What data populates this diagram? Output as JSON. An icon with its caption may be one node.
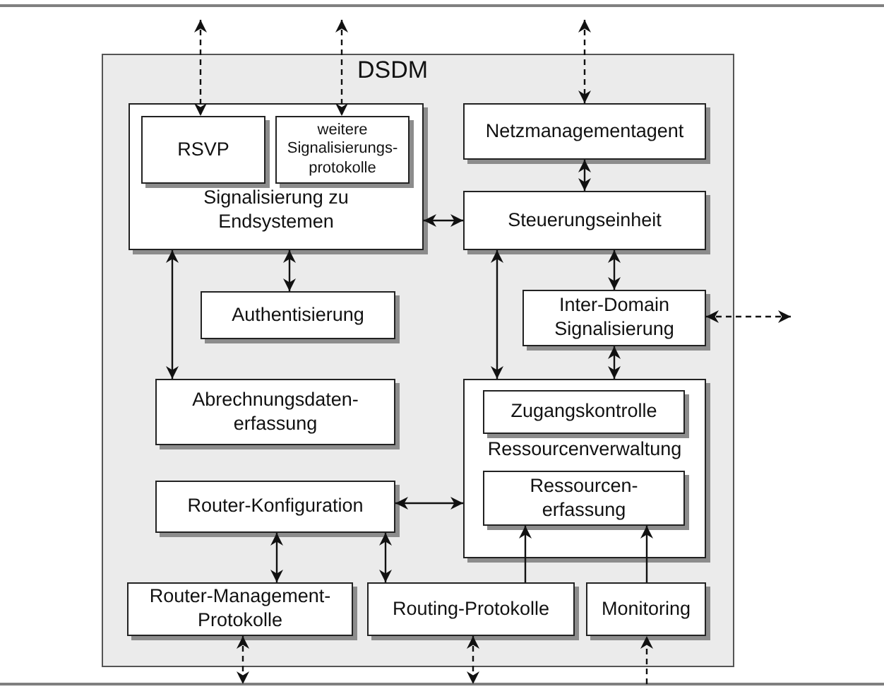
{
  "diagram": {
    "nodes": [
      {
        "text": [
          "DSDM"
        ]
      },
      {
        "text": [
          "Signalisierung zu Endsystemen"
        ],
        "in": 0
      },
      {
        "text": [
          "RSVP"
        ],
        "in": 1
      },
      {
        "text": [
          "weitere Signalisierungs-protokolle"
        ],
        "in": 1
      },
      {
        "text": [
          "Netzmanagementagent"
        ],
        "in": 0
      },
      {
        "text": [
          "Steuerungseinheit"
        ],
        "in": 0
      },
      {
        "text": [
          "Authentisierung"
        ],
        "in": 0
      },
      {
        "text": [
          "Inter-Domain Signalisierung"
        ],
        "in": 0
      },
      {
        "text": [
          "Abrechnungsdaten-erfassung"
        ],
        "in": 0
      },
      {
        "text": [
          "Ressourcenverwaltung"
        ],
        "in": 0
      },
      {
        "text": [
          "Zugangskontrolle"
        ],
        "in": 9
      },
      {
        "text": [
          "Ressourcen-erfassung"
        ],
        "in": 9
      },
      {
        "text": [
          "Router-Konfiguration"
        ],
        "in": 0
      },
      {
        "text": [
          "Router-Management-Protokolle"
        ],
        "in": 0
      },
      {
        "text": [
          "Routing-Protokolle"
        ],
        "in": 0
      },
      {
        "text": [
          "Monitoring"
        ],
        "in": 0
      }
    ],
    "edges": [
      {
        "from": null,
        "to": 2,
        "arrow": "both",
        "style": "dashed"
      },
      {
        "from": null,
        "to": 3,
        "arrow": "both",
        "style": "dashed"
      },
      {
        "from": null,
        "to": 4,
        "arrow": "both",
        "style": "dashed"
      },
      {
        "from": 4,
        "to": 5,
        "arrow": "both"
      },
      {
        "from": 1,
        "to": 5,
        "arrow": "both"
      },
      {
        "from": 1,
        "to": 6,
        "arrow": "both"
      },
      {
        "from": 1,
        "to": 8,
        "arrow": "both"
      },
      {
        "from": 5,
        "to": 7,
        "arrow": "both"
      },
      {
        "from": 5,
        "to": 9,
        "arrow": "both"
      },
      {
        "from": 7,
        "to": 9,
        "arrow": "both"
      },
      {
        "from": 7,
        "to": null,
        "arrow": "both",
        "style": "dashed"
      },
      {
        "from": 12,
        "to": 9,
        "arrow": "both"
      },
      {
        "from": 12,
        "to": 13,
        "arrow": "both"
      },
      {
        "from": 12,
        "to": 14,
        "arrow": "both"
      },
      {
        "from": 14,
        "to": 11,
        "arrow": "to"
      },
      {
        "from": 15,
        "to": 11,
        "arrow": "to"
      },
      {
        "from": 13,
        "to": null,
        "arrow": "both",
        "style": "dashed"
      },
      {
        "from": 14,
        "to": null,
        "arrow": "both",
        "style": "dashed"
      },
      {
        "from": null,
        "to": 15,
        "arrow": "to",
        "style": "dashed"
      }
    ]
  }
}
